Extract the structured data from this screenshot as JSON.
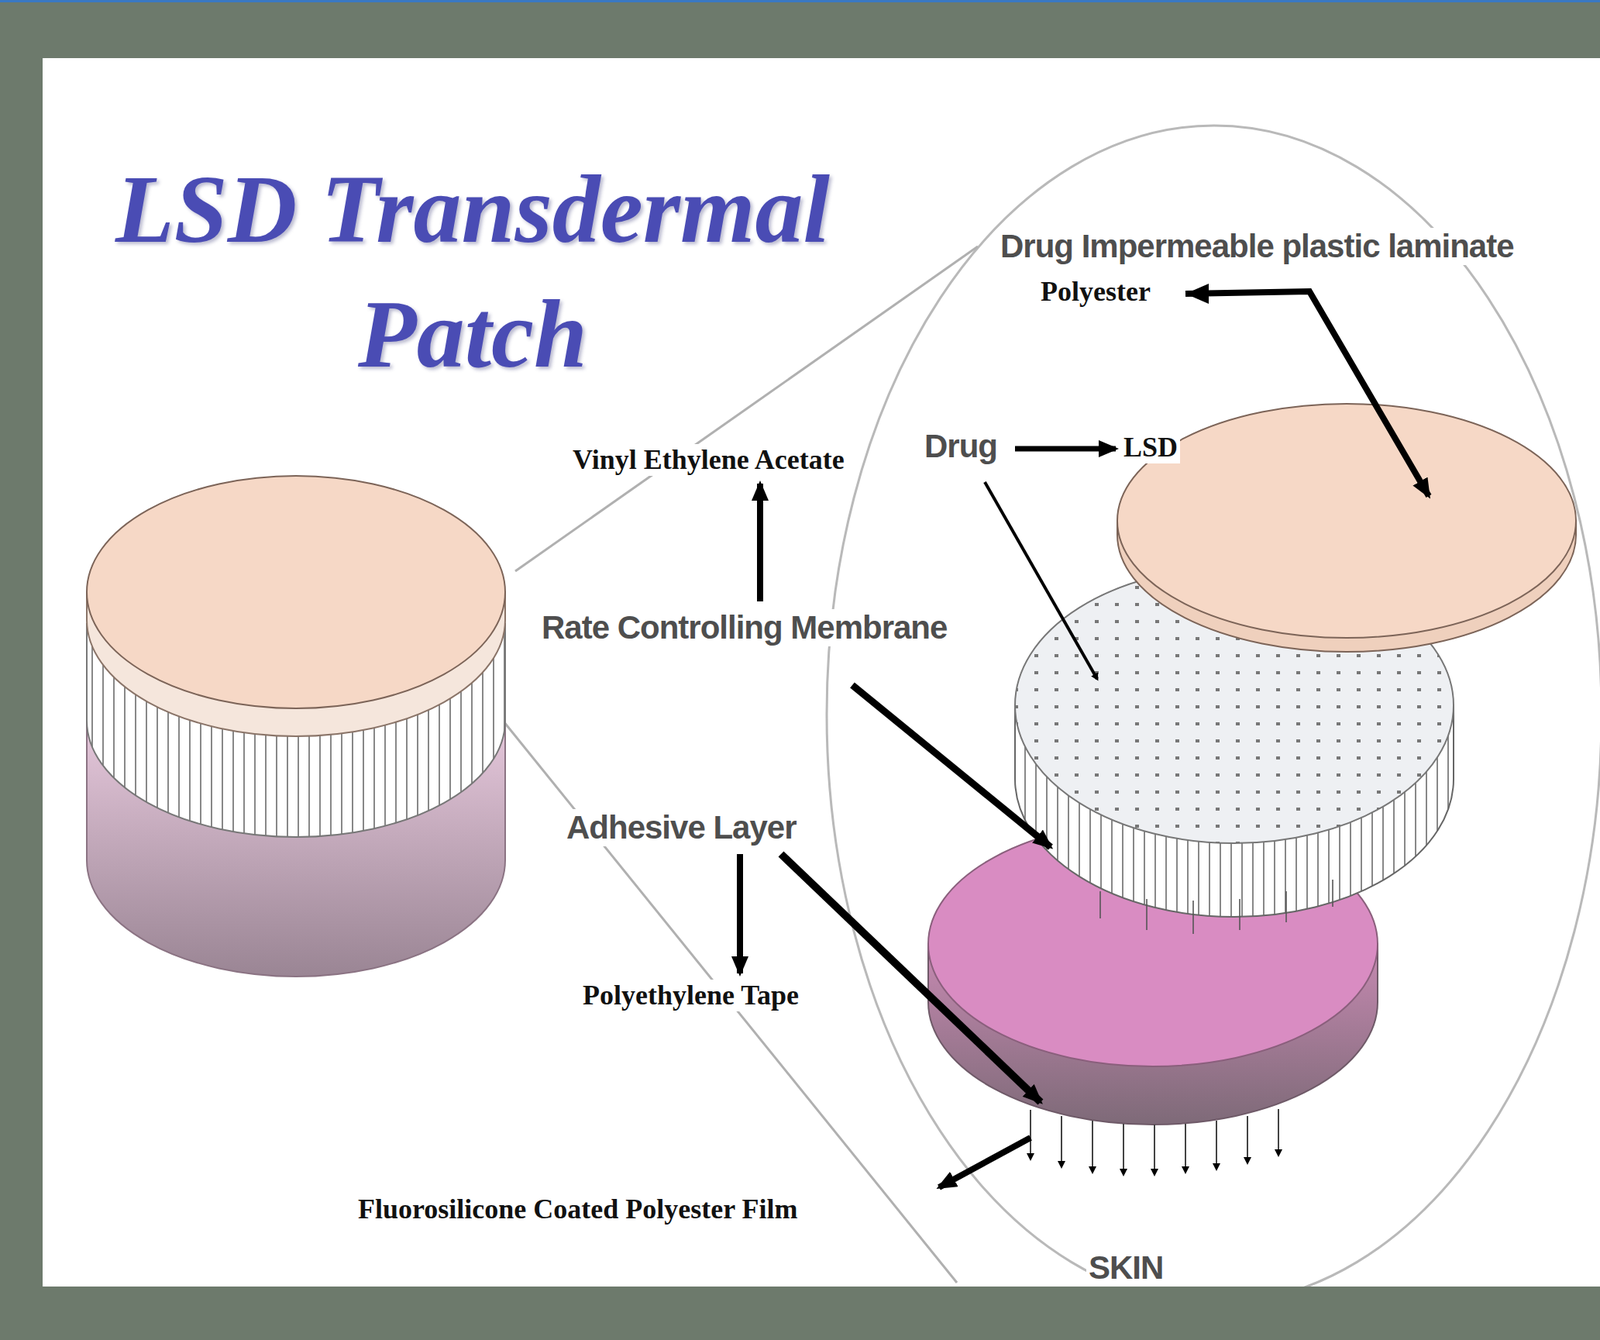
{
  "diagram": {
    "title": "LSD Transdermal Patch",
    "labels": [
      "Drug Impermeable plastic laminate",
      "Polyester",
      "Drug",
      "LSD",
      "Vinyl Ethylene Acetate",
      "Rate Controlling Membrane",
      "Adhesive Layer",
      "Polyethylene Tape",
      "Fluorosilicone Coated Polyester Film",
      "SKIN"
    ]
  }
}
